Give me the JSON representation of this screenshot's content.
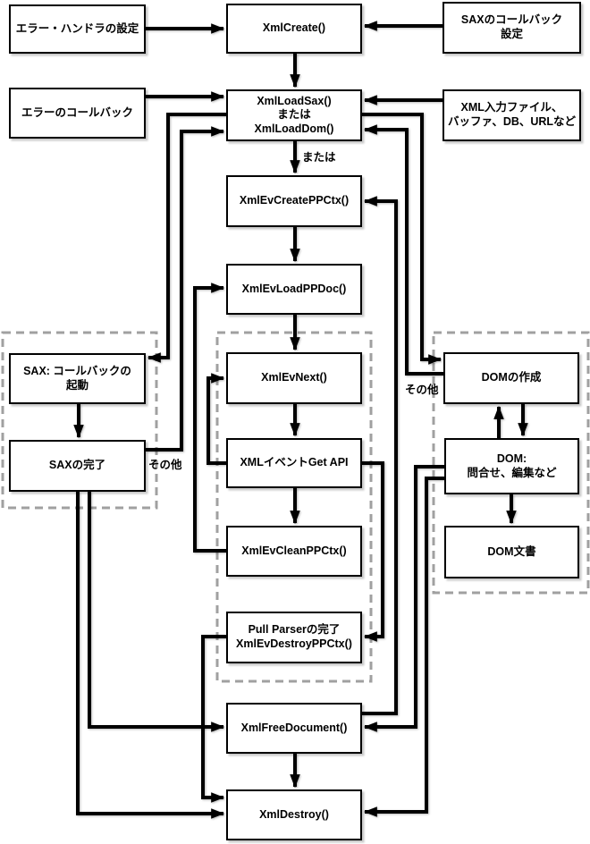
{
  "diagram": {
    "boxes": {
      "set_error_handler": "エラー・ハンドラの設定",
      "xml_create": "XmlCreate()",
      "sax_callback_setting": "SAXのコールバック\n設定",
      "error_callback": "エラーのコールバック",
      "xml_load": "XmlLoadSax()\nまたは\nXmlLoadDom()",
      "xml_input": "XML入力ファイル、\nバッファ、DB、URLなど",
      "ev_create": "XmlEvCreatePPCtx()",
      "ev_load": "XmlEvLoadPPDoc()",
      "sax_callbacks": "SAX: コールバックの\n起動",
      "sax_done": "SAXの完了",
      "ev_next": "XmlEvNext()",
      "ev_get": "XMLイベントGet API",
      "ev_clean": "XmlEvCleanPPCtx()",
      "pull_done": "Pull Parserの完了\nXmlEvDestroyPPCtx()",
      "dom_create": "DOMの作成",
      "dom_query": "DOM:\n問合せ、編集など",
      "dom_doc": "DOM文書",
      "free_doc": "XmlFreeDocument()",
      "destroy": "XmlDestroy()"
    },
    "labels": {
      "or": "または",
      "others_left": "その他",
      "others_right": "その他"
    },
    "colors": {
      "line": "#000000",
      "box_border": "#000000",
      "box_bg": "#ffffff",
      "group_border": "#a0a0a0",
      "background": "#ffffff"
    }
  }
}
